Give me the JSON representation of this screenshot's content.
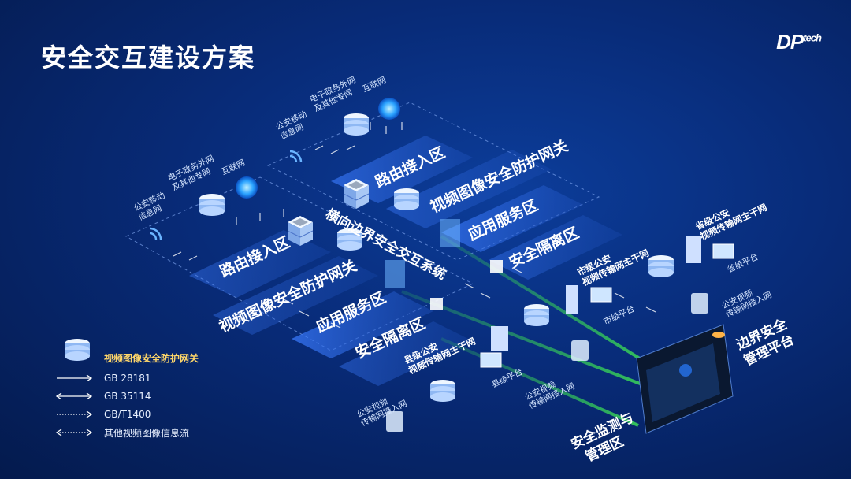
{
  "title": "安全交互建设方案",
  "logo": {
    "main": "DP",
    "sup": "tech"
  },
  "top_cluster": {
    "ps_mobile": [
      "公安移动",
      "信息网"
    ],
    "egov": [
      "电子政务外网",
      "及其他专网"
    ],
    "internet": "互联网"
  },
  "left_cluster": {
    "ps_mobile": [
      "公安移动",
      "信息网"
    ],
    "egov": [
      "电子政务外网",
      "及其他专网"
    ],
    "internet": "互联网"
  },
  "zones": {
    "router_a": "路由接入区",
    "gateway_a": "视频图像安全防护网关",
    "app_a": "应用服务区",
    "iso_a": "安全隔离区",
    "router_b": "路由接入区",
    "gateway_b": "视频图像安全防护网关",
    "app_b": "应用服务区",
    "iso_b": "安全隔离区",
    "lateral": "横向边界安全交互系统"
  },
  "nodes": {
    "province": [
      "省级公安",
      "视频传输网主干网"
    ],
    "province_platform": "省级平台",
    "city": [
      "市级公安",
      "视频传输网主干网"
    ],
    "city_platform": "市级平台",
    "county": [
      "县级公安",
      "视频传输网主干网"
    ],
    "county_platform": "县级平台",
    "access_right": [
      "公安视频",
      "传输网接入网"
    ],
    "access_mid": [
      "公安视频",
      "传输网接入网"
    ],
    "access_left": [
      "公安视频",
      "传输网接入网"
    ],
    "boundary": [
      "边界安全",
      "管理平台"
    ],
    "monitor": [
      "安全监测与",
      "管理区"
    ]
  },
  "legend": {
    "gateway": "视频图像安全防护网关",
    "items": [
      "GB 28181",
      "GB 35114",
      "GB/T1400",
      "其他视频图像信息流"
    ]
  },
  "colors": {
    "accent": "#ffd76a",
    "link": "#35c85a",
    "zone": "#2b66d9"
  }
}
